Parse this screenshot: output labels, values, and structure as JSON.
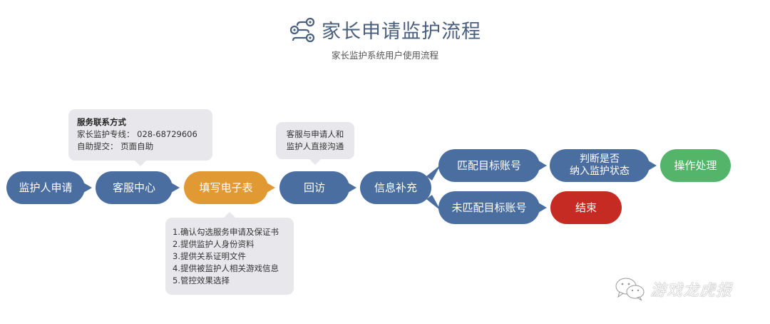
{
  "header": {
    "title": "家长申请监护流程",
    "subtitle": "家长监护系统用户使用流程",
    "icon": "circuit-flow-icon"
  },
  "colors": {
    "blue": "#4a6ea0",
    "orange": "#e19a33",
    "green": "#54b56a",
    "red": "#c52a23",
    "callout_bg": "#e8e8ec",
    "title": "#4a5f7d"
  },
  "flow": {
    "nodes": [
      {
        "id": "guardian-apply",
        "label": "监护人申请",
        "color": "blue"
      },
      {
        "id": "service-center",
        "label": "客服中心",
        "color": "blue"
      },
      {
        "id": "fill-form",
        "label": "填写电子表",
        "color": "orange"
      },
      {
        "id": "callback",
        "label": "回访",
        "color": "blue"
      },
      {
        "id": "info-supplement",
        "label": "信息补充",
        "color": "blue"
      },
      {
        "id": "match-account",
        "label": "匹配目标账号",
        "color": "blue"
      },
      {
        "id": "no-match-account",
        "label": "未匹配目标账号",
        "color": "blue"
      },
      {
        "id": "judge-status",
        "label_line1": "判断是否",
        "label_line2": "纳入监护状态",
        "color": "blue"
      },
      {
        "id": "operate",
        "label": "操作处理",
        "color": "green"
      },
      {
        "id": "end",
        "label": "结束",
        "color": "red"
      }
    ]
  },
  "callouts": {
    "service_contact": {
      "heading": "服务联系方式",
      "hotline_label": "家长监护专线：",
      "hotline_value": "028-68729606",
      "self_submit_label": "自助提交：",
      "self_submit_value": "页面自助"
    },
    "callback_note": {
      "line1": "客服与申请人和",
      "line2": "监护人直接沟通"
    },
    "form_steps": {
      "items": [
        "1.确认勾选服务申请及保证书",
        "2.提供监护人身份资料",
        "3.提供关系证明文件",
        "4.提供被监护人相关游戏信息",
        "5.管控效果选择"
      ]
    }
  },
  "watermark": {
    "text": "游戏龙虎报",
    "icon": "wechat-icon"
  }
}
